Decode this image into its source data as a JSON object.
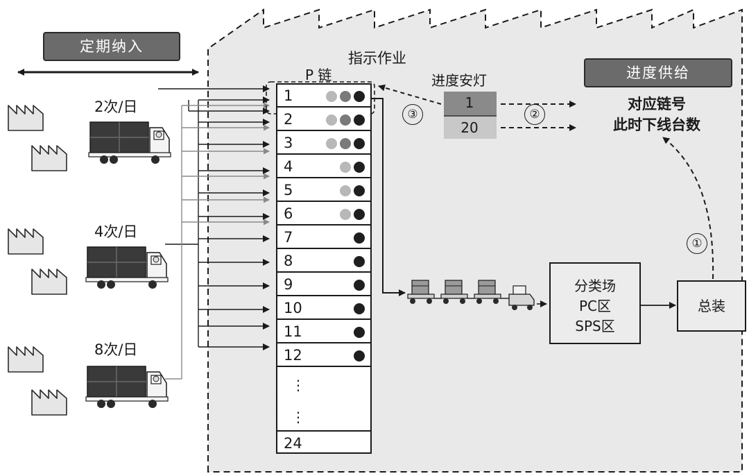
{
  "header": {
    "periodic_delivery": "定期纳入",
    "p_chain": "P 链",
    "instruction_work": "指示作业",
    "progress_andon": "进度安灯",
    "progress_supply": "进度供给",
    "supply_line1": "对应链号",
    "supply_line2": "此时下线台数"
  },
  "suppliers": [
    {
      "frequency": "2次/日"
    },
    {
      "frequency": "4次/日"
    },
    {
      "frequency": "8次/日"
    }
  ],
  "p_chain_rows": [
    {
      "num": "1",
      "dots": [
        "light",
        "mid",
        "dark"
      ]
    },
    {
      "num": "2",
      "dots": [
        "light",
        "mid",
        "dark"
      ]
    },
    {
      "num": "3",
      "dots": [
        "light",
        "mid",
        "dark"
      ]
    },
    {
      "num": "4",
      "dots": [
        "light",
        "dark"
      ]
    },
    {
      "num": "5",
      "dots": [
        "light",
        "dark"
      ]
    },
    {
      "num": "6",
      "dots": [
        "light",
        "dark"
      ]
    },
    {
      "num": "7",
      "dots": [
        "dark"
      ]
    },
    {
      "num": "8",
      "dots": [
        "dark"
      ]
    },
    {
      "num": "9",
      "dots": [
        "dark"
      ]
    },
    {
      "num": "10",
      "dots": [
        "dark"
      ]
    },
    {
      "num": "11",
      "dots": [
        "dark"
      ]
    },
    {
      "num": "12",
      "dots": [
        "dark"
      ]
    }
  ],
  "p_chain_continuation": "⋮",
  "p_chain_last": "24",
  "andon_values": [
    "1",
    "20"
  ],
  "steps": [
    "①",
    "②",
    "③"
  ],
  "sorting_area": {
    "line1": "分类场",
    "line2": "PC区",
    "line3": "SPS区"
  },
  "final_assembly": "总装",
  "colors": {
    "factory_fill": "#e9e9e9",
    "pill_fill": "#6b6b6b",
    "andon_top": "#8a8a8a",
    "andon_bottom": "#c8c8c8"
  },
  "icons": [
    "supplier-factory-icon",
    "truck-icon",
    "cart-train-icon",
    "tugger-icon"
  ]
}
